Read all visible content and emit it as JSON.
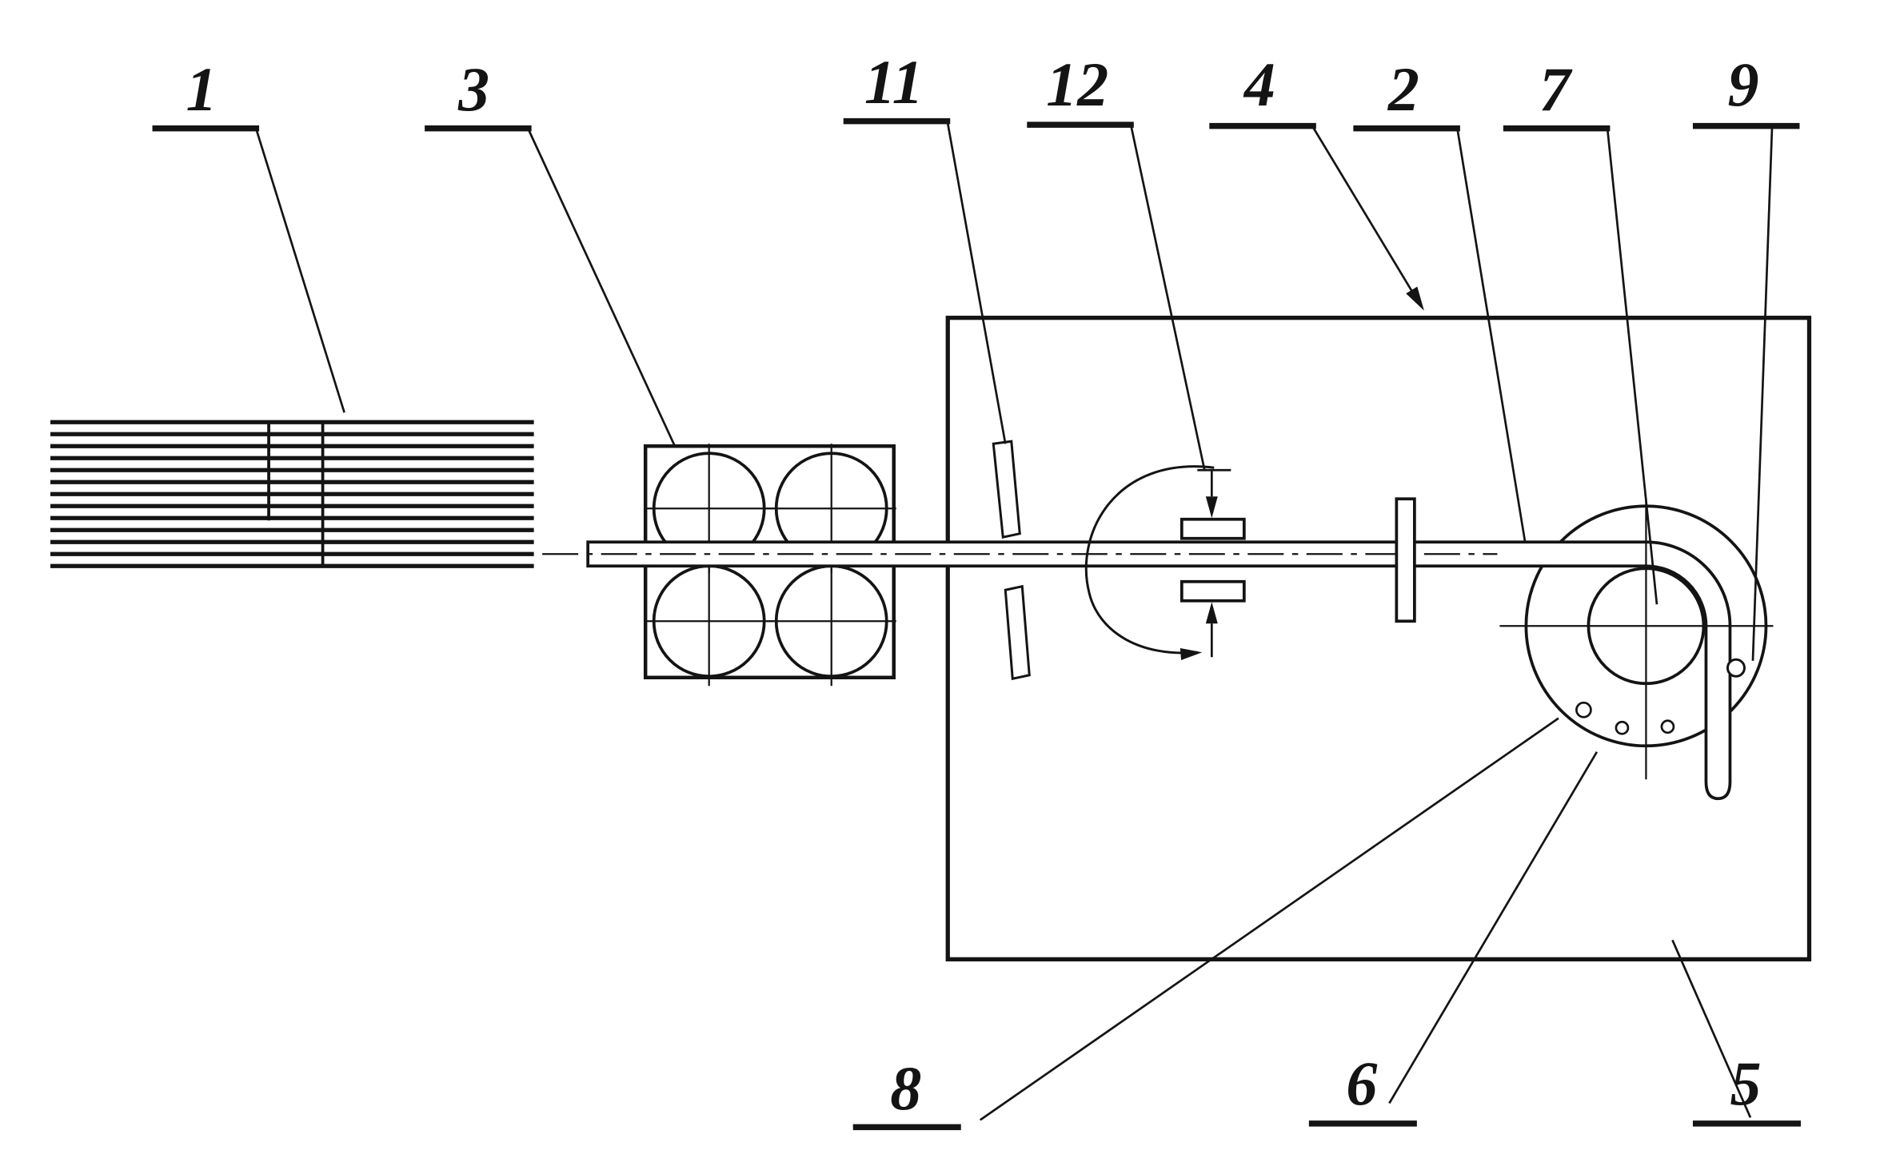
{
  "diagram": {
    "ink_color": "#141414",
    "paper_color": "#ffffff",
    "labels": {
      "n1": "1",
      "n2": "2",
      "n3": "3",
      "n4": "4",
      "n5": "5",
      "n6": "6",
      "n7": "7",
      "n8": "8",
      "n9": "9",
      "n11": "11",
      "n12": "12"
    }
  }
}
